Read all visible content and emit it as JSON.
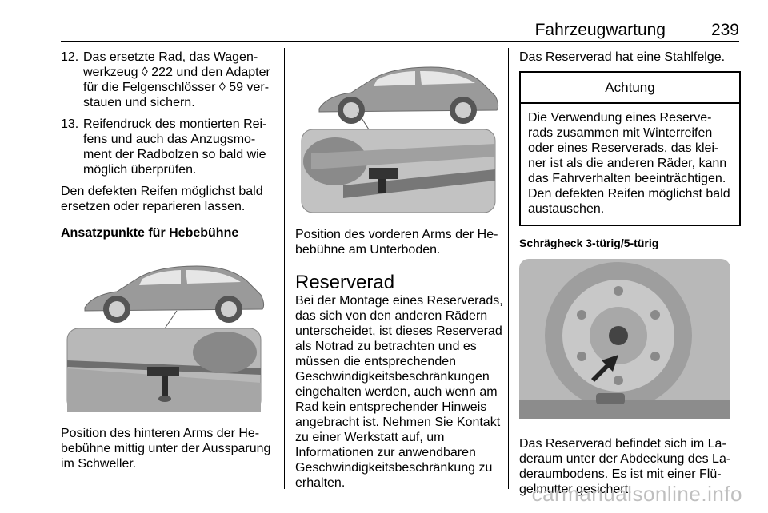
{
  "header": {
    "title": "Fahrzeugwartung",
    "page": "239"
  },
  "col1": {
    "item12_num": "12.",
    "item12_text": "Das ersetzte Rad, das Wagen­werkzeug ◊ 222 und den Adapter für die Felgenschlösser ◊ 59 ver­stauen und sichern.",
    "item13_num": "13.",
    "item13_text": "Reifendruck des montierten Rei­fens und auch das Anzugsmo­ment der Radbolzen so bald wie möglich überprüfen.",
    "para": "Den defekten Reifen möglichst bald ersetzen oder reparieren lassen.",
    "subheading": "Ansatzpunkte für Hebebühne",
    "caption": "Position des hinteren Arms der He­bebühne mittig unter der Aussparung im Schweller."
  },
  "col2": {
    "caption": "Position des vorderen Arms der He­bebühne am Unterboden.",
    "heading": "Reserverad",
    "body": "Bei der Montage eines Reserverads, das sich von den anderen Rädern un­terscheidet, ist dieses Reserverad als Notrad zu betrachten und es müssen die entsprechenden Geschwindig­keitsbeschränkungen eingehalten werden, auch wenn am Rad kein ent­sprechender Hinweis angebracht ist. Nehmen Sie Kontakt zu einer Werk­statt auf, um Informationen zur an­wendbaren Geschwindigkeitsbe­schränkung zu erhalten."
  },
  "col3": {
    "intro": "Das Reserverad hat eine Stahlfelge.",
    "note_title": "Achtung",
    "note_body": "Die Verwendung eines Reserve­rads zusammen mit Winterreifen oder eines Reserverads, das klei­ner ist als die anderen Räder, kann das Fahrverhalten beein­trächtigen. Den defekten Reifen möglichst bald austauschen.",
    "subheading": "Schrägheck 3-türig/5-türig",
    "caption": "Das Reserverad befindet sich im La­deraum unter der Abdeckung des La­deraumbodens. Es ist mit einer Flü­gelmutter gesichert."
  },
  "watermark": "carmanualsonline.info"
}
